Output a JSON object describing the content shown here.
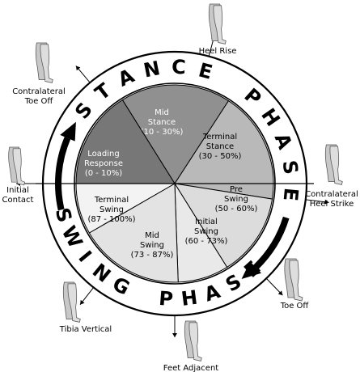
{
  "phases": {
    "stance": "STANCE PHASE",
    "swing": "SWING PHASE"
  },
  "segments": [
    {
      "id": "mid-stance",
      "name": "Mid\nStance",
      "range": "(10 - 30%)",
      "fill": "#909090",
      "text": "#ffffff"
    },
    {
      "id": "terminal-stance",
      "name": "Terminal\nStance",
      "range": "(30 - 50%)",
      "fill": "#b9b9b9",
      "text": "#000000"
    },
    {
      "id": "pre-swing",
      "name": "Pre\nSwing",
      "range": "(50 - 60%)",
      "fill": "#dcdcdc",
      "text": "#000000"
    },
    {
      "id": "initial-swing",
      "name": "Initial\nSwing",
      "range": "(60 - 73%)",
      "fill": "#e9e9e9",
      "text": "#000000"
    },
    {
      "id": "mid-swing",
      "name": "Mid\nSwing",
      "range": "(73 - 87%)",
      "fill": "#e3e3e3",
      "text": "#000000"
    },
    {
      "id": "terminal-swing",
      "name": "Terminal\nSwing",
      "range": "(87 - 100%)",
      "fill": "#f3f3f3",
      "text": "#000000"
    },
    {
      "id": "loading-response",
      "name": "Loading\nResponse",
      "range": "(0 - 10%)",
      "fill": "#777777",
      "text": "#ffffff"
    }
  ],
  "events": [
    {
      "id": "initial-contact",
      "label": "Initial\nContact"
    },
    {
      "id": "contralateral-toe-off",
      "label": "Contralateral\nToe Off"
    },
    {
      "id": "heel-rise",
      "label": "Heel Rise"
    },
    {
      "id": "contralateral-heel-strike",
      "label": "Contralateral\nHeel Strike"
    },
    {
      "id": "toe-off",
      "label": "Toe Off"
    },
    {
      "id": "feet-adjacent",
      "label": "Feet Adjacent"
    },
    {
      "id": "tibia-vertical",
      "label": "Tibia Vertical"
    }
  ],
  "colors": {
    "outline": "#000000",
    "leg_fill": "#c8c8c8",
    "leg_stroke": "#555555"
  }
}
